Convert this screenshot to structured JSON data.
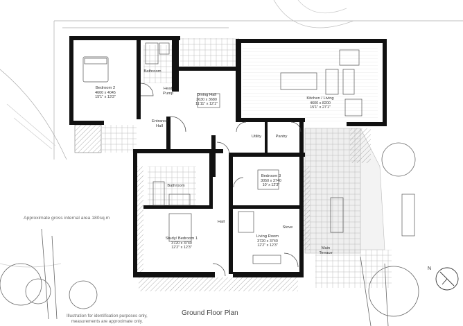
{
  "plan": {
    "title": "Ground Floor Plan",
    "area_note": "Approximate gross internal area 180sq.m",
    "disclaimer": [
      "Illustration for identification purposes only,",
      "measurements are approximate only."
    ],
    "north_label": "N",
    "colors": {
      "wall": "#111111",
      "line": "#666666",
      "paving": "#b8b8b8",
      "hatch": "#999999"
    }
  },
  "rooms": {
    "bedroom2": {
      "name": "Bedroom 2",
      "metric": "4600 x 4045",
      "imperial": "15'1\" x 13'3\""
    },
    "bathroom_upper": {
      "name": "Bathroom"
    },
    "heat_pump": {
      "name": "Heat Pump"
    },
    "dining_hall": {
      "name": "Dining Hall",
      "metric": "3630 x 3680",
      "imperial": "11'11\" x 12'1\""
    },
    "kitchen": {
      "name": "Kitchen / Living",
      "metric": "4600 x 8200",
      "imperial": "15'1\" x 27'1\""
    },
    "entrance_hall": {
      "name": "Entrance Hall"
    },
    "utility": {
      "name": "Utility"
    },
    "pantry": {
      "name": "Pantry"
    },
    "bathroom_lower": {
      "name": "Bathroom"
    },
    "bedroom3": {
      "name": "Bedroom 3",
      "metric": "3050 x 3740",
      "imperial": "10' x 12'3\""
    },
    "hall": {
      "name": "Hall"
    },
    "stove": {
      "name": "Stove"
    },
    "study": {
      "name": "Study/ Bedroom 1",
      "metric": "3720 x 3740",
      "imperial": "12'2\" x 12'3\""
    },
    "living": {
      "name": "Living Room",
      "metric": "3720 x 3740",
      "imperial": "12'2\" x 12'3\""
    },
    "terrace": {
      "name": "Main Terrace"
    }
  }
}
